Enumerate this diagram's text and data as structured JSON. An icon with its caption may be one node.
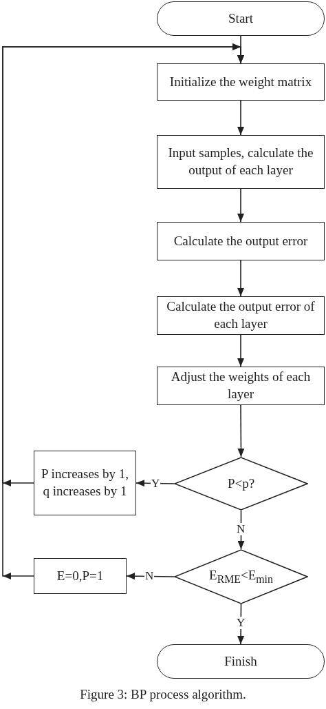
{
  "diagram": {
    "caption": "Figure 3: BP process algorithm.",
    "nodes": [
      {
        "text": [
          "Start"
        ]
      },
      {
        "text": [
          "Initialize the weight matrix"
        ]
      },
      {
        "text": [
          "Input samples, calculate the output of each layer"
        ]
      },
      {
        "text": [
          "Calculate the output error"
        ]
      },
      {
        "text": [
          "Calculate the output error of each layer"
        ]
      },
      {
        "text": [
          "Adjust the weights of each layer"
        ]
      },
      {
        "text": [
          "P<p?"
        ]
      },
      {
        "text": [
          "P increases by 1, q increases by 1"
        ]
      },
      {
        "text": [
          "E$_{RME}$<E$_{min}$"
        ]
      },
      {
        "text": [
          "E=0,P=1"
        ]
      },
      {
        "text": [
          "Finish"
        ]
      }
    ],
    "edges": [
      {
        "from": 0,
        "to": 1,
        "arrow": "to"
      },
      {
        "from": 1,
        "to": 2,
        "arrow": "to"
      },
      {
        "from": 2,
        "to": 3,
        "arrow": "to"
      },
      {
        "from": 3,
        "to": 4,
        "arrow": "to"
      },
      {
        "from": 4,
        "to": 5,
        "arrow": "to"
      },
      {
        "from": 5,
        "to": 6,
        "arrow": "to"
      },
      {
        "from": 6,
        "to": 7,
        "arrow": "to",
        "label": "Y"
      },
      {
        "from": 6,
        "to": 8,
        "arrow": "to",
        "label": "N"
      },
      {
        "from": 7,
        "to": 1,
        "arrow": "to"
      },
      {
        "from": 8,
        "to": 9,
        "arrow": "to",
        "label": "N"
      },
      {
        "from": 9,
        "to": 1,
        "arrow": "to"
      },
      {
        "from": 8,
        "to": 10,
        "arrow": "to",
        "label": "Y"
      }
    ]
  }
}
